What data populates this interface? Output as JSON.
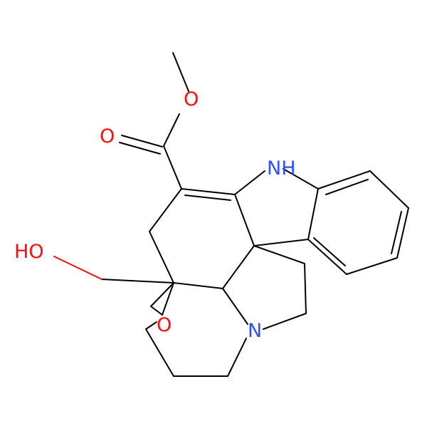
{
  "molecule": {
    "labels": {
      "nh": "NH",
      "ho": "HO",
      "o_ether": "O",
      "o_ester": "O",
      "o_carbonyl": "O",
      "n_amine": "N"
    },
    "colors": {
      "bond": "#000000",
      "oxygen": "#ff0d0d",
      "nitrogen": "#3050f8",
      "background": "#ffffff"
    }
  }
}
